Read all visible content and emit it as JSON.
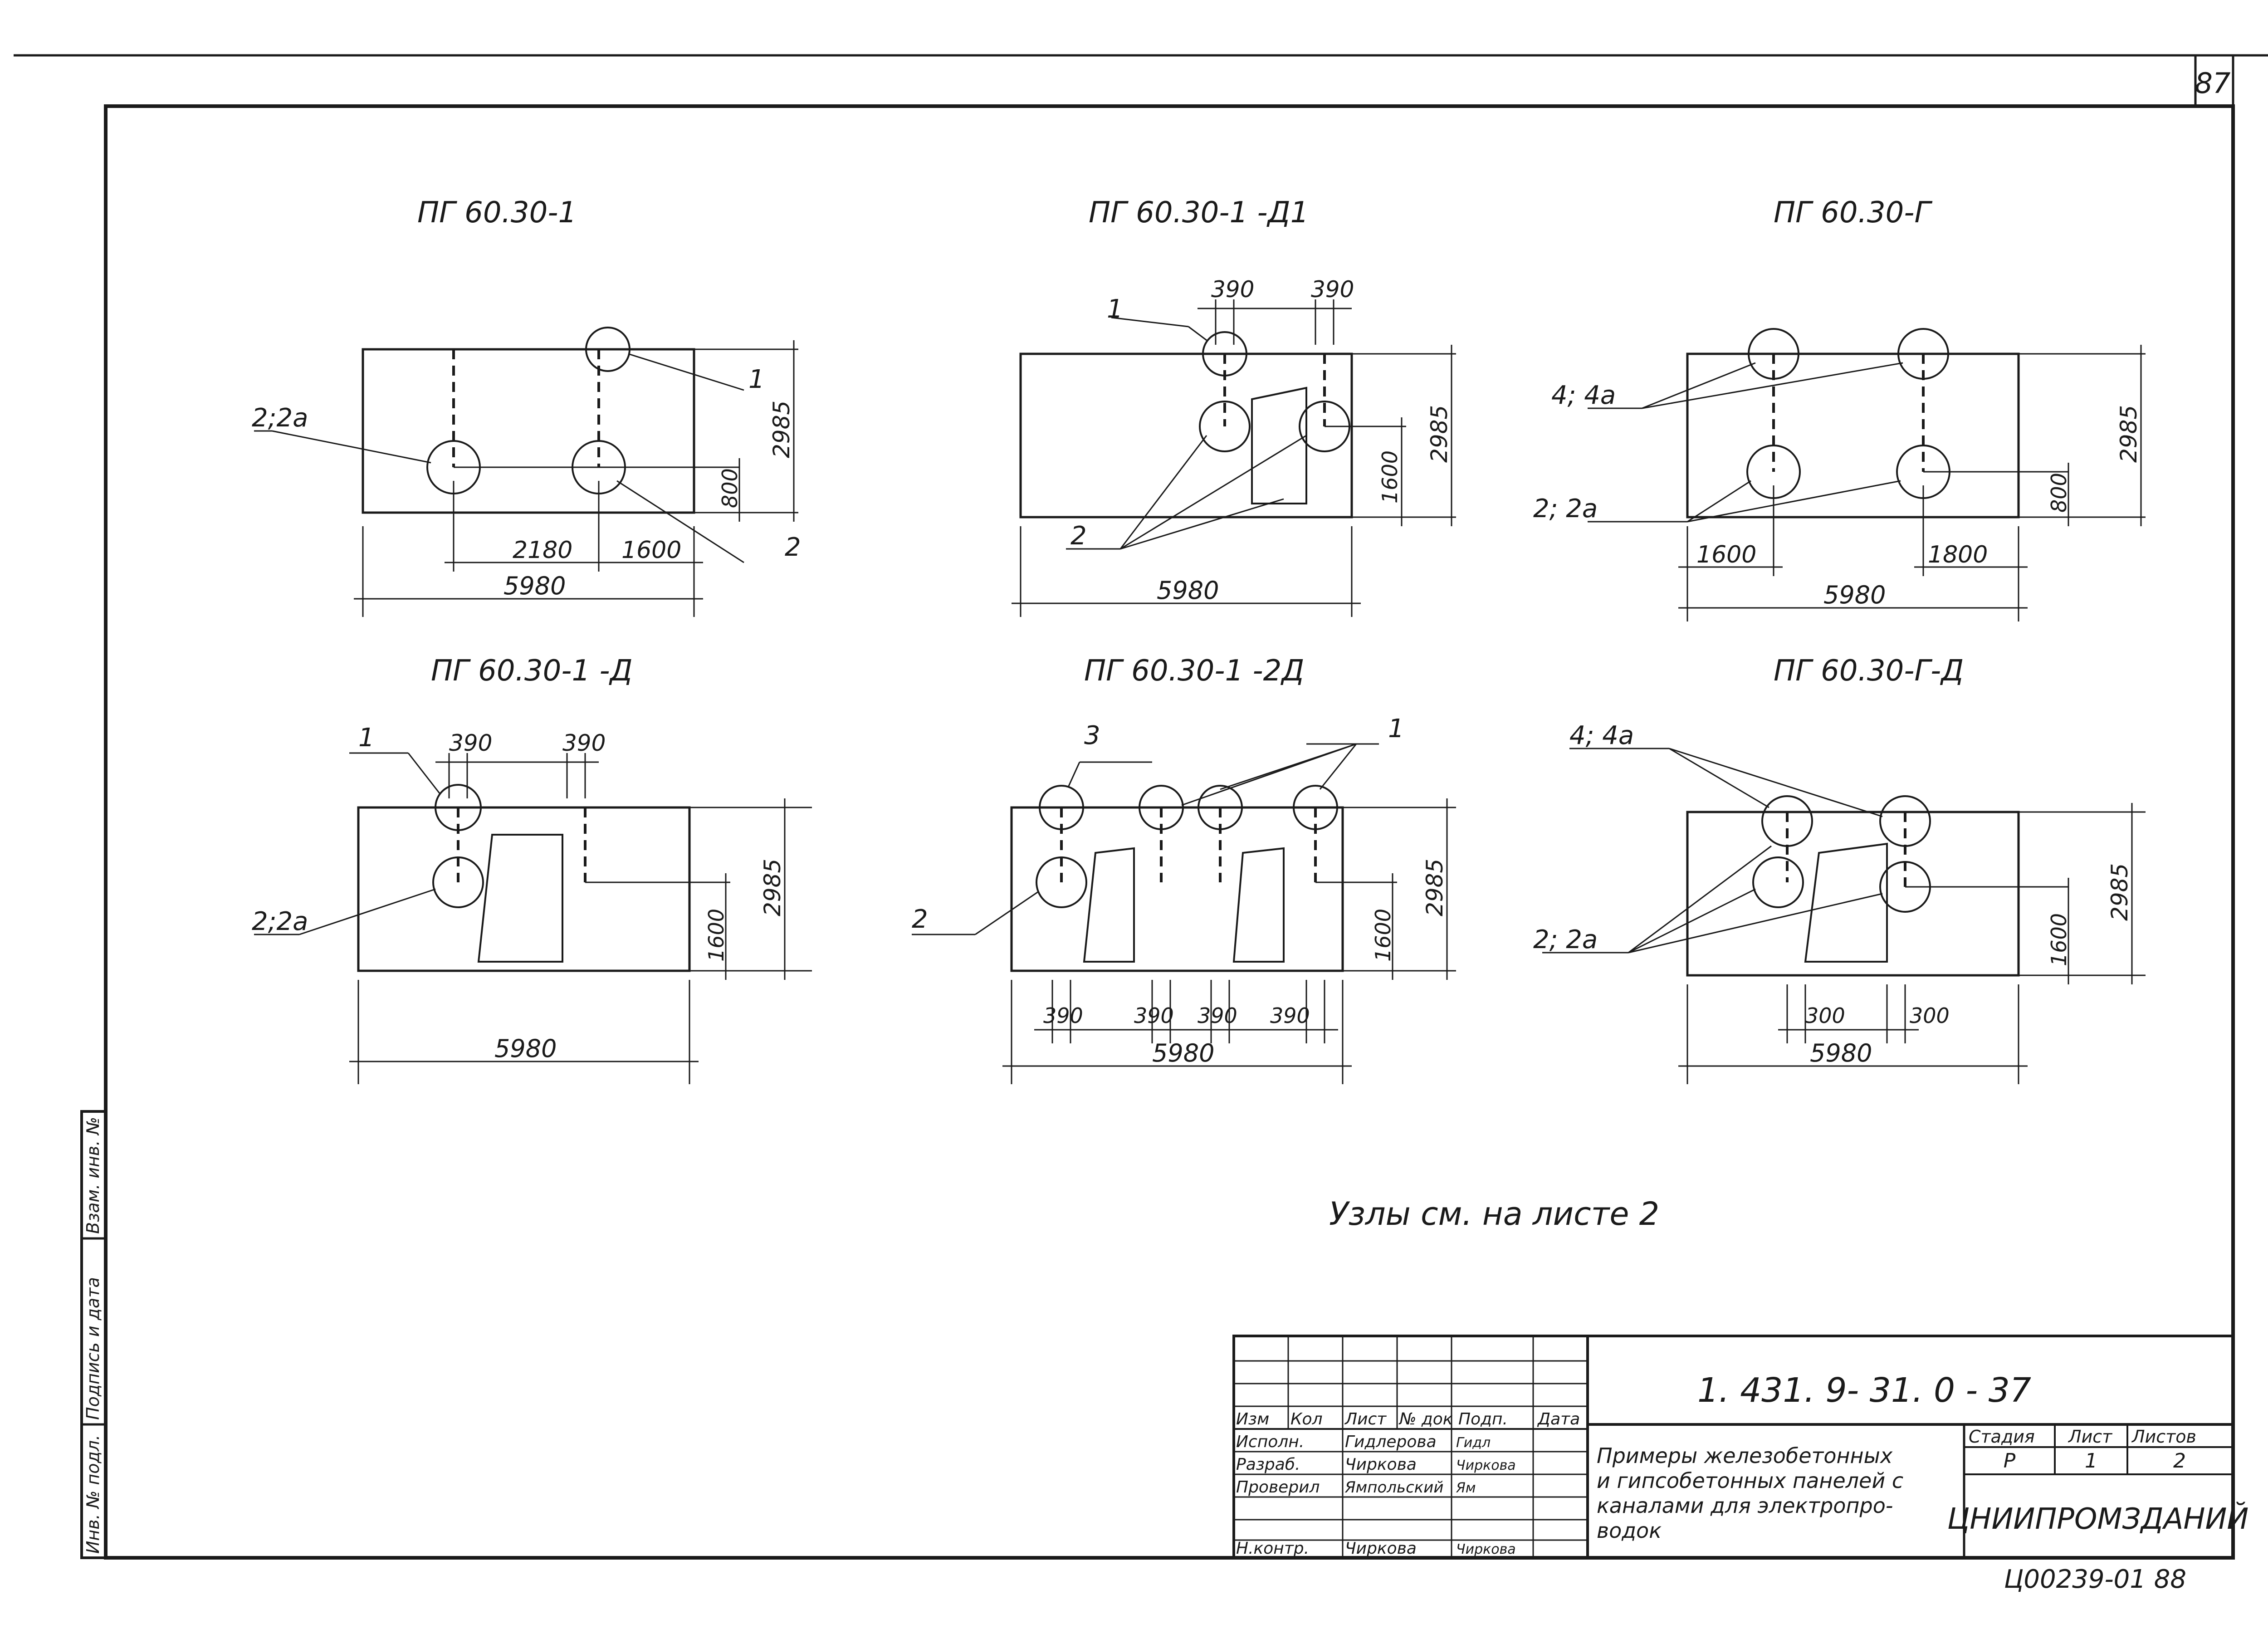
{
  "sheet": {
    "corner_number": "87",
    "margin_labels": [
      "Инв. № подл.",
      "Подпись и дата",
      "Взам. инв. №"
    ],
    "note": "Узлы см. на листе 2",
    "footer_code": "Ц00239-01  88"
  },
  "panels": [
    {
      "title": "ПГ 60.30-1",
      "length": "5980",
      "height": "2985",
      "sub_height": "800",
      "bottom_dims": [
        "2180",
        "1600"
      ],
      "callouts": [
        "2;2а",
        "1",
        "2"
      ]
    },
    {
      "title": "ПГ 60.30-1 -Д1",
      "length": "5980",
      "height": "2985",
      "sub_height": "1600",
      "top_dims": [
        "390",
        "390"
      ],
      "callouts": [
        "1",
        "2"
      ]
    },
    {
      "title": "ПГ 60.30-Г",
      "length": "5980",
      "height": "2985",
      "sub_height": "800",
      "bottom_dims": [
        "1600",
        "1800"
      ],
      "callouts": [
        "4; 4а",
        "2; 2а"
      ]
    },
    {
      "title": "ПГ 60.30-1 -Д",
      "length": "5980",
      "height": "2985",
      "sub_height": "1600",
      "top_dims": [
        "390",
        "390"
      ],
      "callouts": [
        "1",
        "2;2а"
      ]
    },
    {
      "title": "ПГ 60.30-1 -2Д",
      "length": "5980",
      "height": "2985",
      "sub_height": "1600",
      "bottom_dims": [
        "390",
        "390",
        "390",
        "390"
      ],
      "callouts": [
        "3",
        "1",
        "2"
      ]
    },
    {
      "title": "ПГ 60.30-Г-Д",
      "length": "5980",
      "height": "2985",
      "sub_height": "1600",
      "bottom_dims": [
        "300",
        "300"
      ],
      "callouts": [
        "4; 4а",
        "2; 2а"
      ]
    }
  ],
  "title_block": {
    "doc_code": "1. 431. 9- 31. 0  - 37",
    "col_headers": [
      "Изм",
      "Кол",
      "Лист",
      "№ док",
      "Подп.",
      "Дата"
    ],
    "rows": [
      {
        "role": "Исполн.",
        "name": "Гидлерова",
        "sign": "Гидл"
      },
      {
        "role": "Разраб.",
        "name": "Чиркова",
        "sign": "Чиркова"
      },
      {
        "role": "Проверил",
        "name": "Ямпольский",
        "sign": "Ям"
      },
      {
        "role": "Н.контр.",
        "name": "Чиркова",
        "sign": "Чиркова"
      }
    ],
    "description": [
      "Примеры железобетонных",
      "и гипсобетонных панелей с",
      "каналами для электропро-",
      "водок"
    ],
    "stage_headers": [
      "Стадия",
      "Лист",
      "Листов"
    ],
    "stage_values": [
      "Р",
      "1",
      "2"
    ],
    "organization": "ЦНИИПРОМЗДАНИЙ"
  }
}
